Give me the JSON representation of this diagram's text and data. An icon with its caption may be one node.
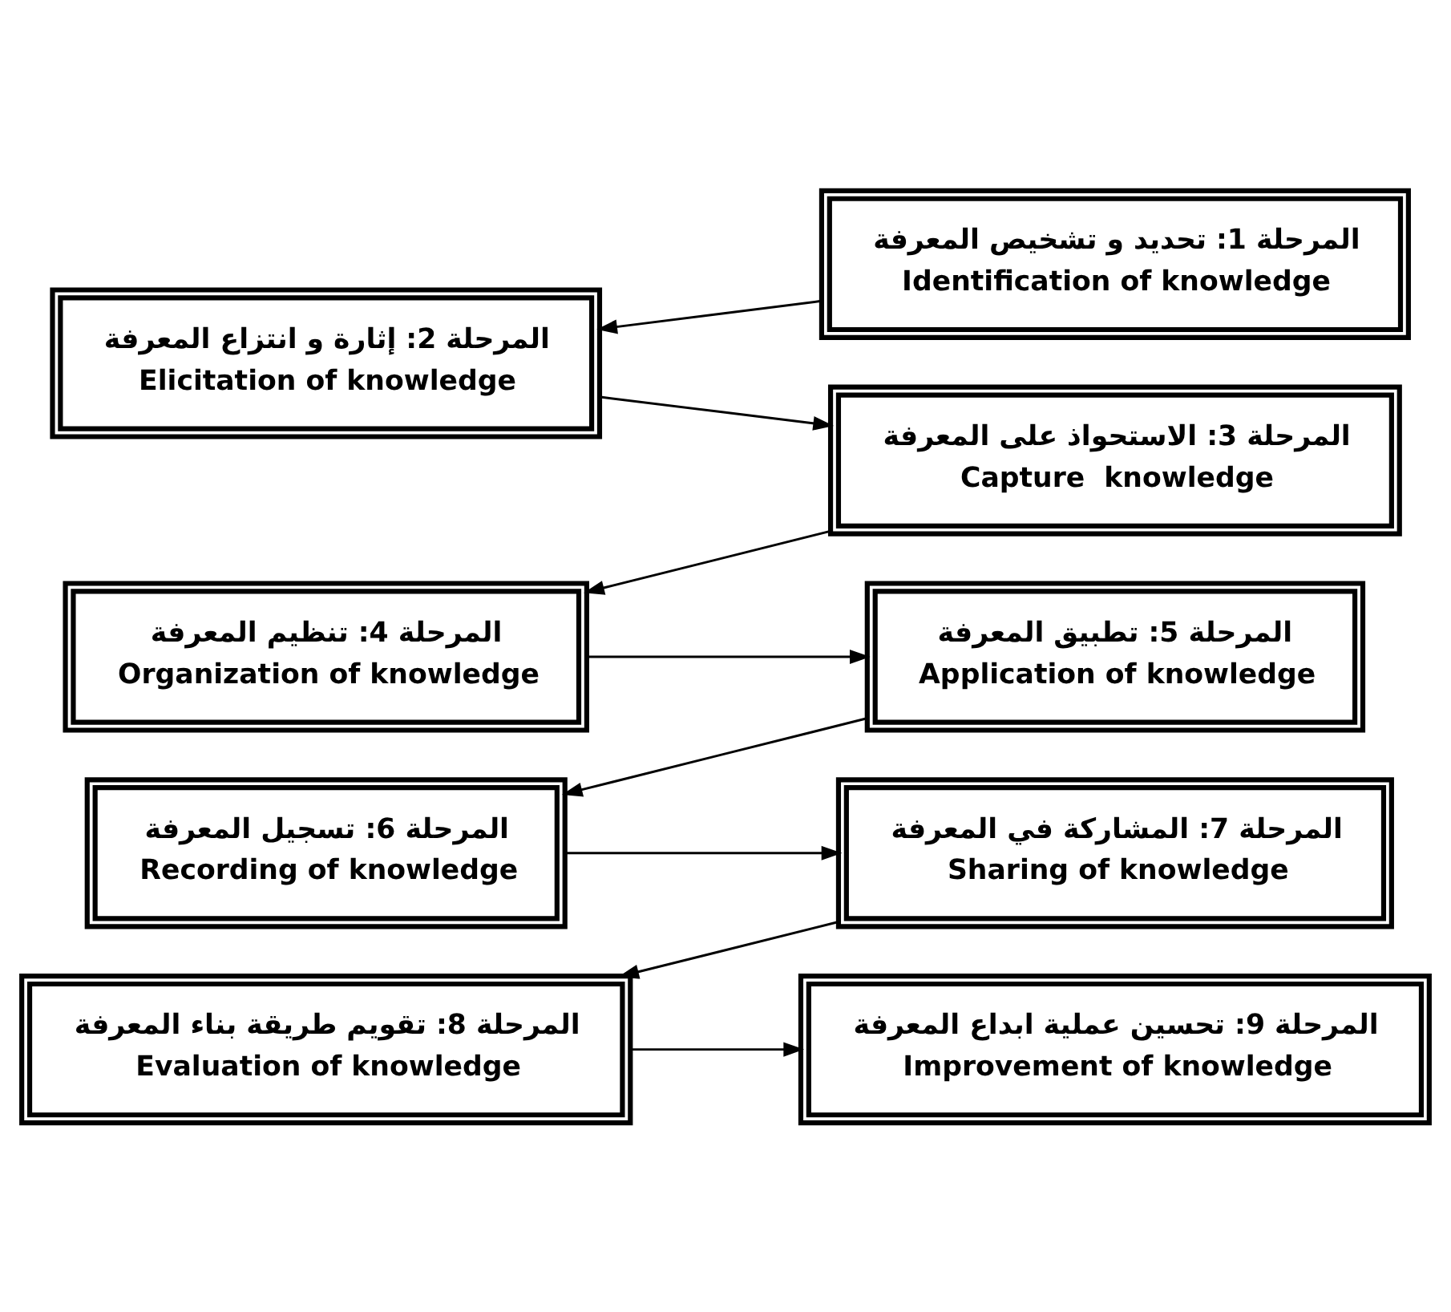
{
  "diagram": {
    "nodes": [
      {
        "text": [
          "المرحلة 1: تحديد و تشخيص المعرفة",
          "Identification of knowledge"
        ]
      },
      {
        "text": [
          "المرحلة 2: إثارة و انتزاع المعرفة",
          "Elicitation of knowledge"
        ]
      },
      {
        "text": [
          "المرحلة 3: الاستحواذ على المعرفة",
          "Capture  knowledge"
        ]
      },
      {
        "text": [
          "المرحلة 4: تنظيم المعرفة",
          "Organization of knowledge"
        ]
      },
      {
        "text": [
          "المرحلة 5: تطبيق المعرفة",
          "Application of knowledge"
        ]
      },
      {
        "text": [
          "المرحلة 6: تسجيل المعرفة",
          "Recording of knowledge"
        ]
      },
      {
        "text": [
          "المرحلة 7: المشاركة في المعرفة",
          "Sharing of knowledge"
        ]
      },
      {
        "text": [
          "المرحلة 8: تقويم طريقة بناء المعرفة",
          "Evaluation of knowledge"
        ]
      },
      {
        "text": [
          "المرحلة 9: تحسين عملية ابداع المعرفة",
          "Improvement of knowledge"
        ]
      }
    ],
    "edges": [
      {
        "from": 0,
        "to": 1,
        "arrow": "to"
      },
      {
        "from": 1,
        "to": 2,
        "arrow": "to"
      },
      {
        "from": 2,
        "to": 3,
        "arrow": "to"
      },
      {
        "from": 3,
        "to": 4,
        "arrow": "to"
      },
      {
        "from": 4,
        "to": 5,
        "arrow": "to"
      },
      {
        "from": 5,
        "to": 6,
        "arrow": "to"
      },
      {
        "from": 6,
        "to": 7,
        "arrow": "to"
      },
      {
        "from": 7,
        "to": 8,
        "arrow": "to"
      }
    ]
  }
}
